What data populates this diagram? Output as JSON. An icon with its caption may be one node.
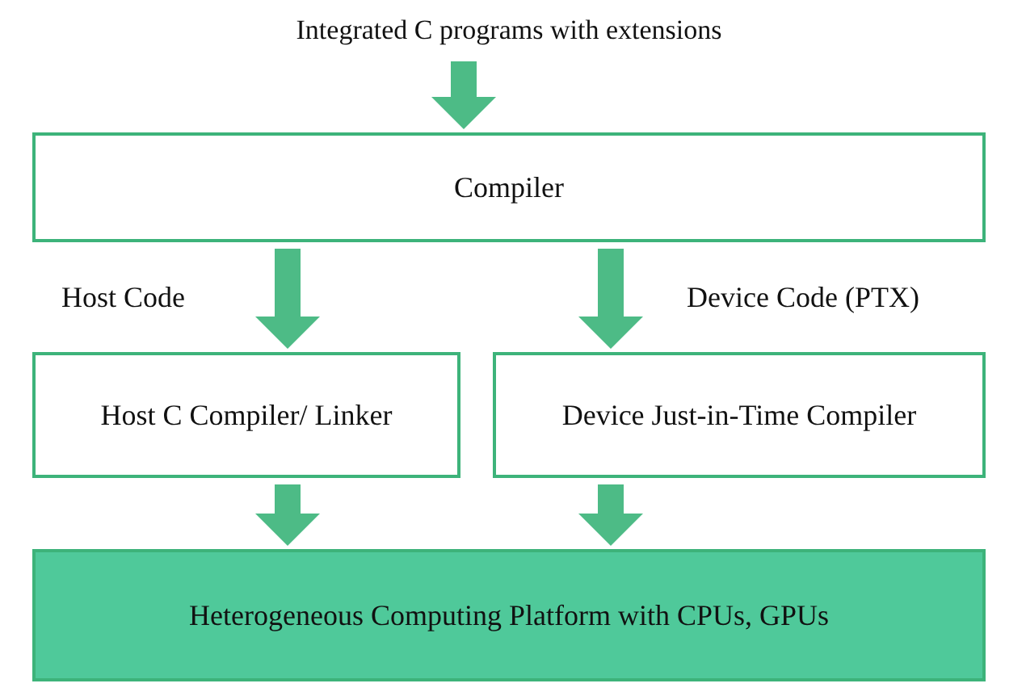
{
  "diagram": {
    "nodes": [
      {
        "text": [
          "Integrated C programs with extensions"
        ]
      },
      {
        "text": [
          "Compiler"
        ]
      },
      {
        "text": [
          "Host C Compiler/ Linker"
        ]
      },
      {
        "text": [
          "Device Just-in-Time Compiler"
        ]
      },
      {
        "text": [
          "Heterogeneous Computing Platform with CPUs, GPUs"
        ]
      }
    ],
    "edges": [
      {
        "from": 0,
        "to": 1,
        "arrow": "to"
      },
      {
        "from": 1,
        "to": 2,
        "arrow": "to",
        "label": "Host Code"
      },
      {
        "from": 1,
        "to": 3,
        "arrow": "to",
        "label": "Device Code (PTX)"
      },
      {
        "from": 2,
        "to": 4,
        "arrow": "to"
      },
      {
        "from": 3,
        "to": 4,
        "arrow": "to"
      }
    ]
  }
}
